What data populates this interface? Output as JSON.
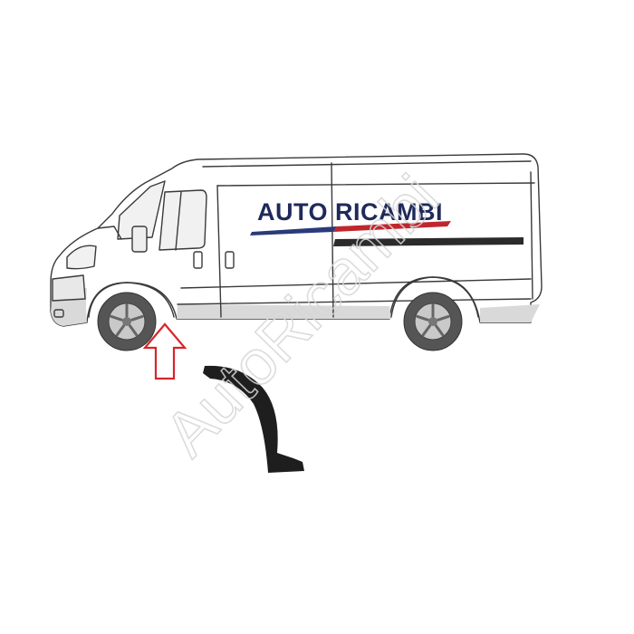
{
  "van": {
    "side_lettering": "AUTO RICAMBI"
  },
  "watermark": {
    "text": "AutoRicambi"
  },
  "colors": {
    "background": "#ffffff",
    "van_outline": "#3a3a3a",
    "van_body": "#ffffff",
    "van_lower": "#d9d9d9",
    "tyre": "#555555",
    "rim": "#c9c9c9",
    "lettering": "#1f2a5a",
    "stripe_blue": "#2a3a7a",
    "stripe_red": "#c0262e",
    "stripe_dark": "#2b2b2b",
    "arrow": "#d6262a",
    "part": "#1e1e1e",
    "watermark": "#e6e6e6"
  },
  "icons": {
    "arrow": "arrow-up-outline-icon",
    "part": "wheel-arch-trim-part"
  }
}
